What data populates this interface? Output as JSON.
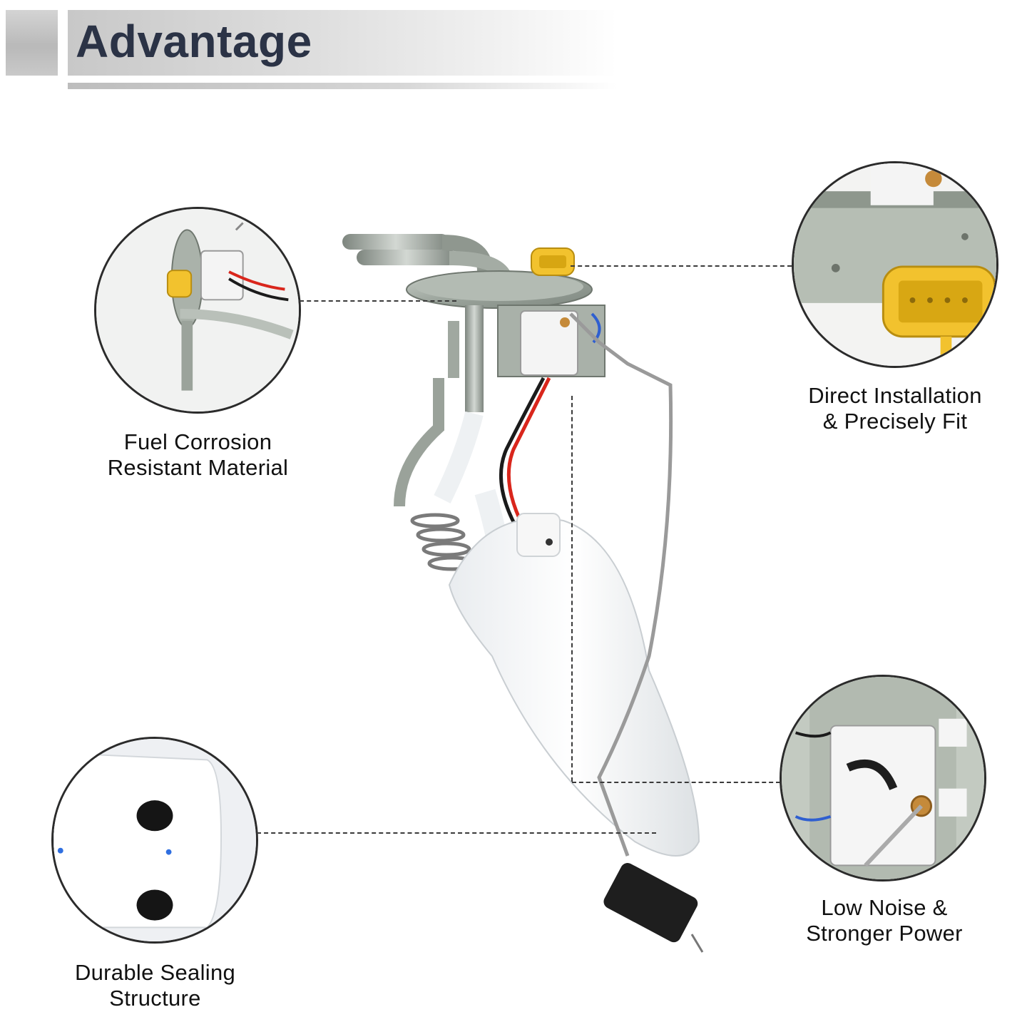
{
  "header": {
    "title": "Advantage"
  },
  "features": [
    {
      "label": "Fuel Corrosion\nResistant Material"
    },
    {
      "label": "Direct Installation\n& Precisely Fit"
    },
    {
      "label": "Low Noise &\nStronger Power"
    },
    {
      "label": "Durable Sealing\nStructure"
    }
  ],
  "colors": {
    "title": "#2b3346",
    "connector_yellow": "#f2c22e",
    "wire_red": "#d9261c",
    "wire_blue": "#2f5fd0",
    "float_black": "#1e1e1e"
  }
}
